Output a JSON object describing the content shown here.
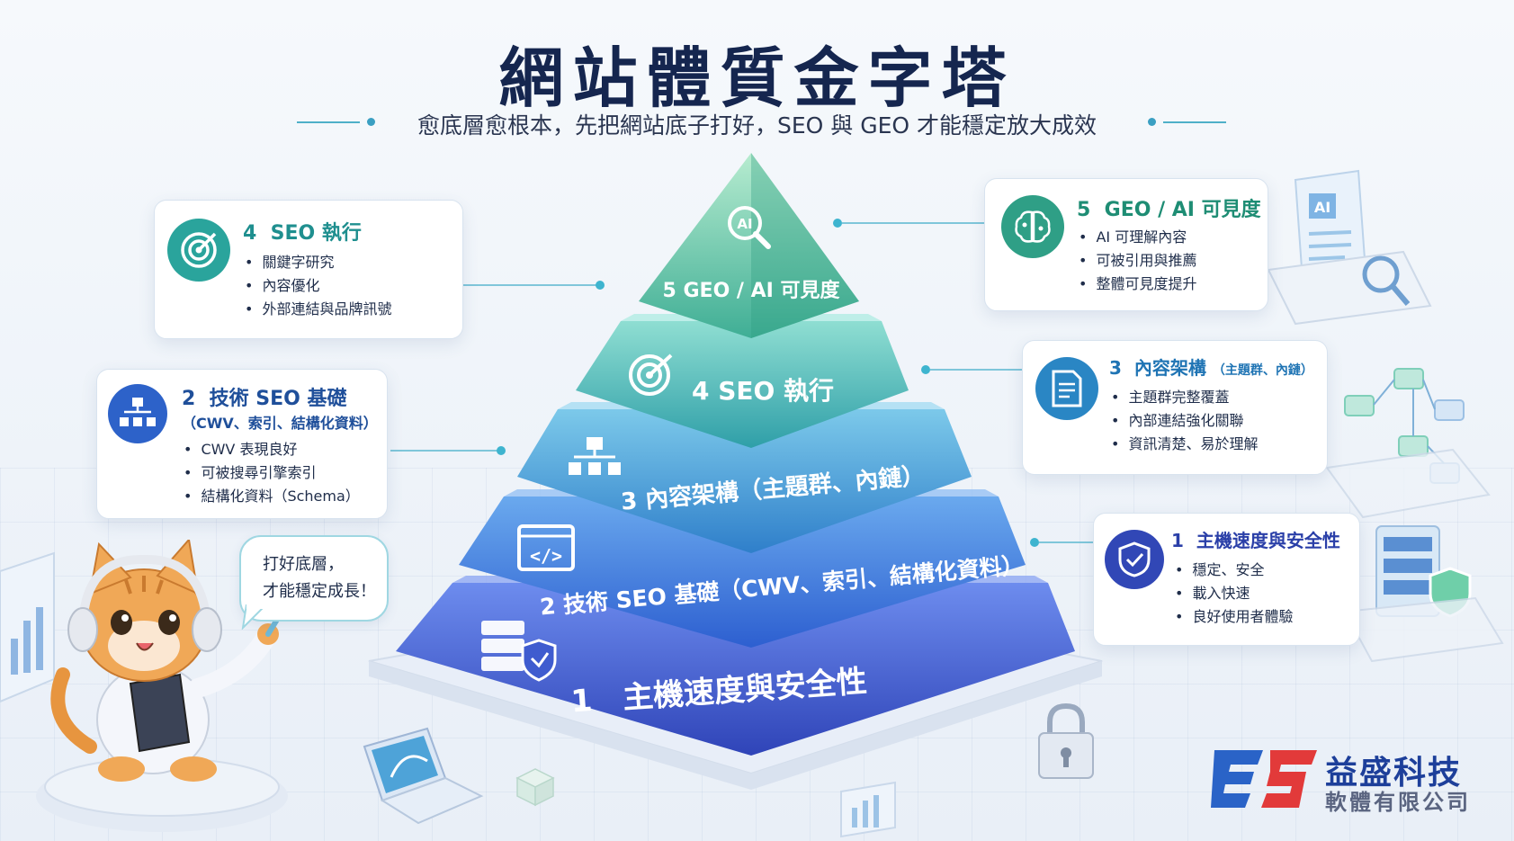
{
  "title": "網站體質金字塔",
  "subtitle": "愈底層愈根本，先把網站底子打好，SEO 與 GEO 才能穩定放大成效",
  "pyramid": {
    "levels": [
      {
        "number": "5",
        "label": "GEO / AI 可見度",
        "color_top": "#a6e3c2",
        "color_bottom": "#3fae95",
        "icon": "ai-search-icon"
      },
      {
        "number": "4",
        "label": "SEO 執行",
        "color_top": "#7fd3c9",
        "color_bottom": "#2f9fa8",
        "icon": "target-icon"
      },
      {
        "number": "3",
        "label": "內容架構（主題群、內鏈）",
        "color_top": "#6ec0e2",
        "color_bottom": "#2f7fca",
        "icon": "sitemap-icon"
      },
      {
        "number": "2",
        "label": "技術 SEO 基礎（CWV、索引、結構化資料）",
        "color_top": "#5aa0e6",
        "color_bottom": "#2d5fd0",
        "icon": "code-icon"
      },
      {
        "number": "1",
        "label": "主機速度與安全性",
        "color_top": "#5b7ee6",
        "color_bottom": "#2f44b8",
        "icon": "server-shield-icon"
      }
    ]
  },
  "cards": {
    "geo": {
      "number": "5",
      "title": "GEO / AI 可見度",
      "items": [
        "AI 可理解內容",
        "可被引用與推薦",
        "整體可見度提升"
      ],
      "icon": "brain-icon",
      "color": "#2f9f86"
    },
    "seo": {
      "number": "4",
      "title": "SEO 執行",
      "items": [
        "關鍵字研究",
        "內容優化",
        "外部連結與品牌訊號"
      ],
      "icon": "target-icon",
      "color": "#2a9aa0"
    },
    "content": {
      "number": "3",
      "title": "內容架構",
      "sub": "（主題群、內鏈）",
      "items": [
        "主題群完整覆蓋",
        "內部連結強化關聯",
        "資訊清楚、易於理解"
      ],
      "icon": "document-icon",
      "color": "#2a86c4"
    },
    "tech": {
      "number": "2",
      "title": "技術 SEO 基礎",
      "sub": "（CWV、索引、結構化資料）",
      "items": [
        "CWV 表現良好",
        "可被搜尋引擎索引",
        "結構化資料（Schema）"
      ],
      "icon": "sitemap-icon",
      "color": "#2d62c9"
    },
    "host": {
      "number": "1",
      "title": "主機速度與安全性",
      "items": [
        "穩定、安全",
        "載入快速",
        "良好使用者體驗"
      ],
      "icon": "shield-icon",
      "color": "#2f44b8"
    }
  },
  "bubble": {
    "line1": "打好底層，",
    "line2": "才能穩定成長！"
  },
  "brand": {
    "name": "益盛科技",
    "sub": "軟體有限公司",
    "logo_letters": "ES"
  },
  "decor": {
    "ai_label": "AI"
  }
}
